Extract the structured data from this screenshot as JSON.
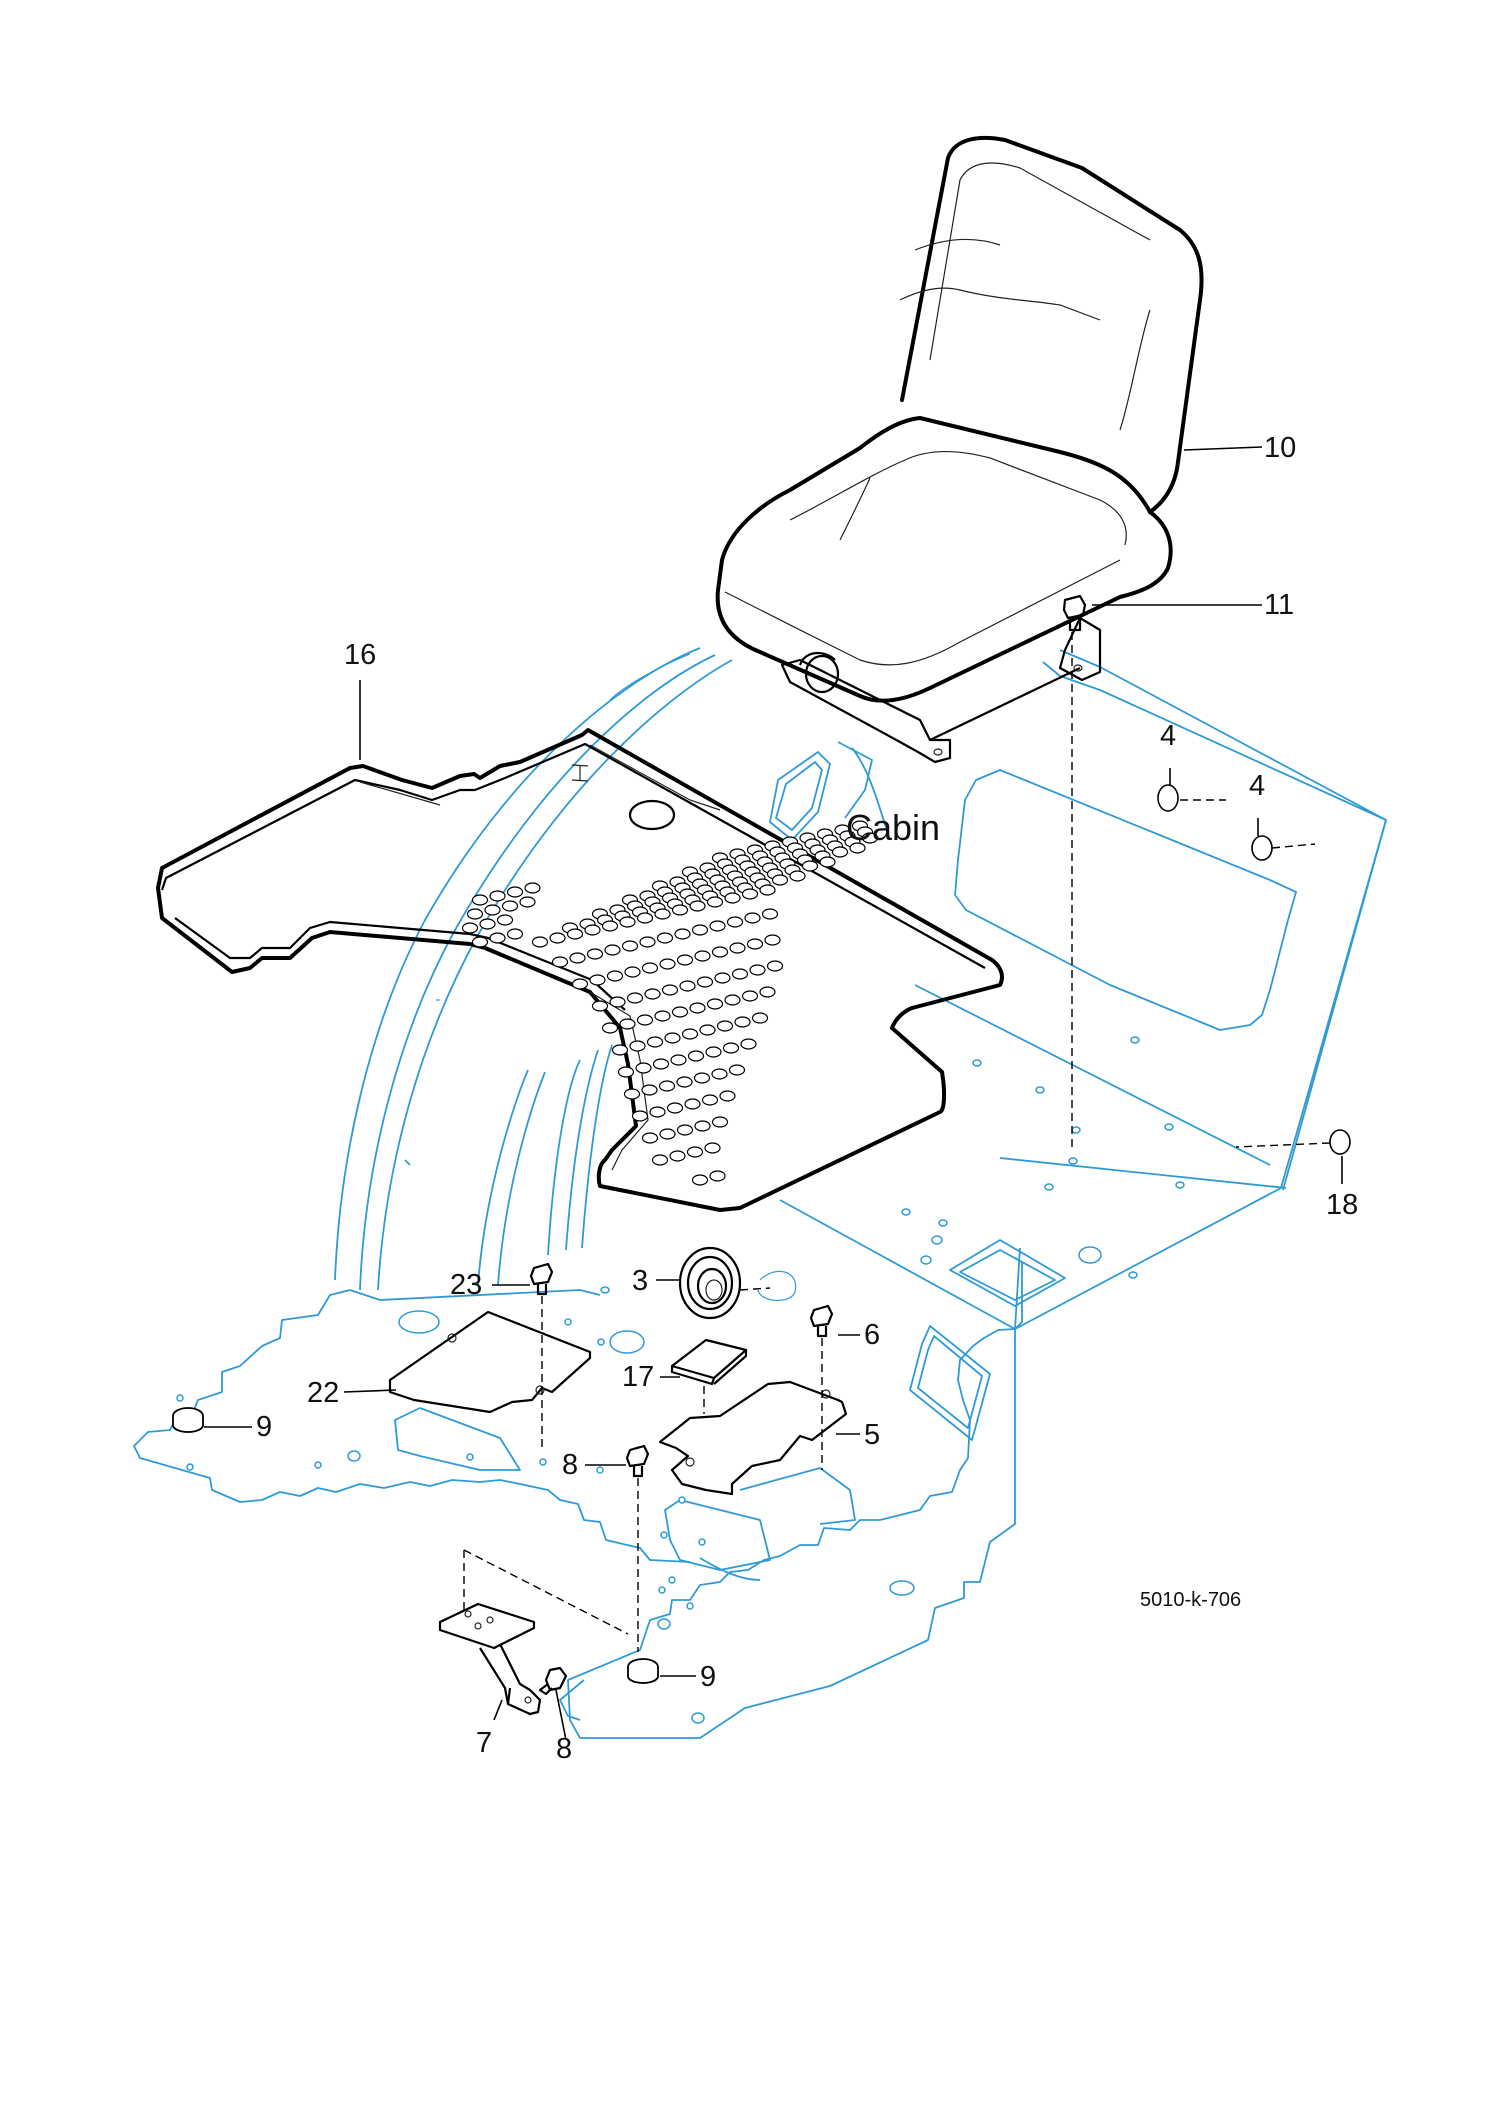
{
  "figure_ref": "5010-k-706",
  "cabin_label": "Cabin",
  "callouts": {
    "c10": "10",
    "c11": "11",
    "c16": "16",
    "c4a": "4",
    "c4b": "4",
    "c18": "18",
    "c3": "3",
    "c23": "23",
    "c6": "6",
    "c22": "22",
    "c17": "17",
    "c9a": "9",
    "c5": "5",
    "c8a": "8",
    "c9b": "9",
    "c7": "7",
    "c8b": "8"
  },
  "colors": {
    "cabin_outline": "#2f9ad6",
    "parts_outline": "#000000"
  }
}
